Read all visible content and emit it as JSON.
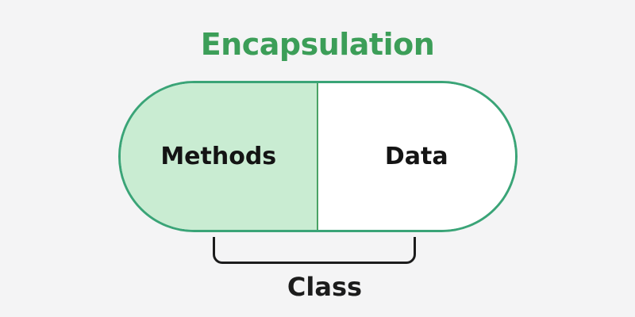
{
  "title": "Encapsulation",
  "capsule": {
    "left_label": "Methods",
    "right_label": "Data"
  },
  "bracket": {
    "label": "Class"
  },
  "colors": {
    "accent-green": "#3c9e58",
    "capsule-border": "#3aa477",
    "capsule-left-fill": "#c9ecd2",
    "capsule-right-fill": "#ffffff",
    "divider-green": "#4aa265",
    "bracket-black": "#1c1c1c",
    "background": "#f4f4f5",
    "text-black": "#141414"
  }
}
